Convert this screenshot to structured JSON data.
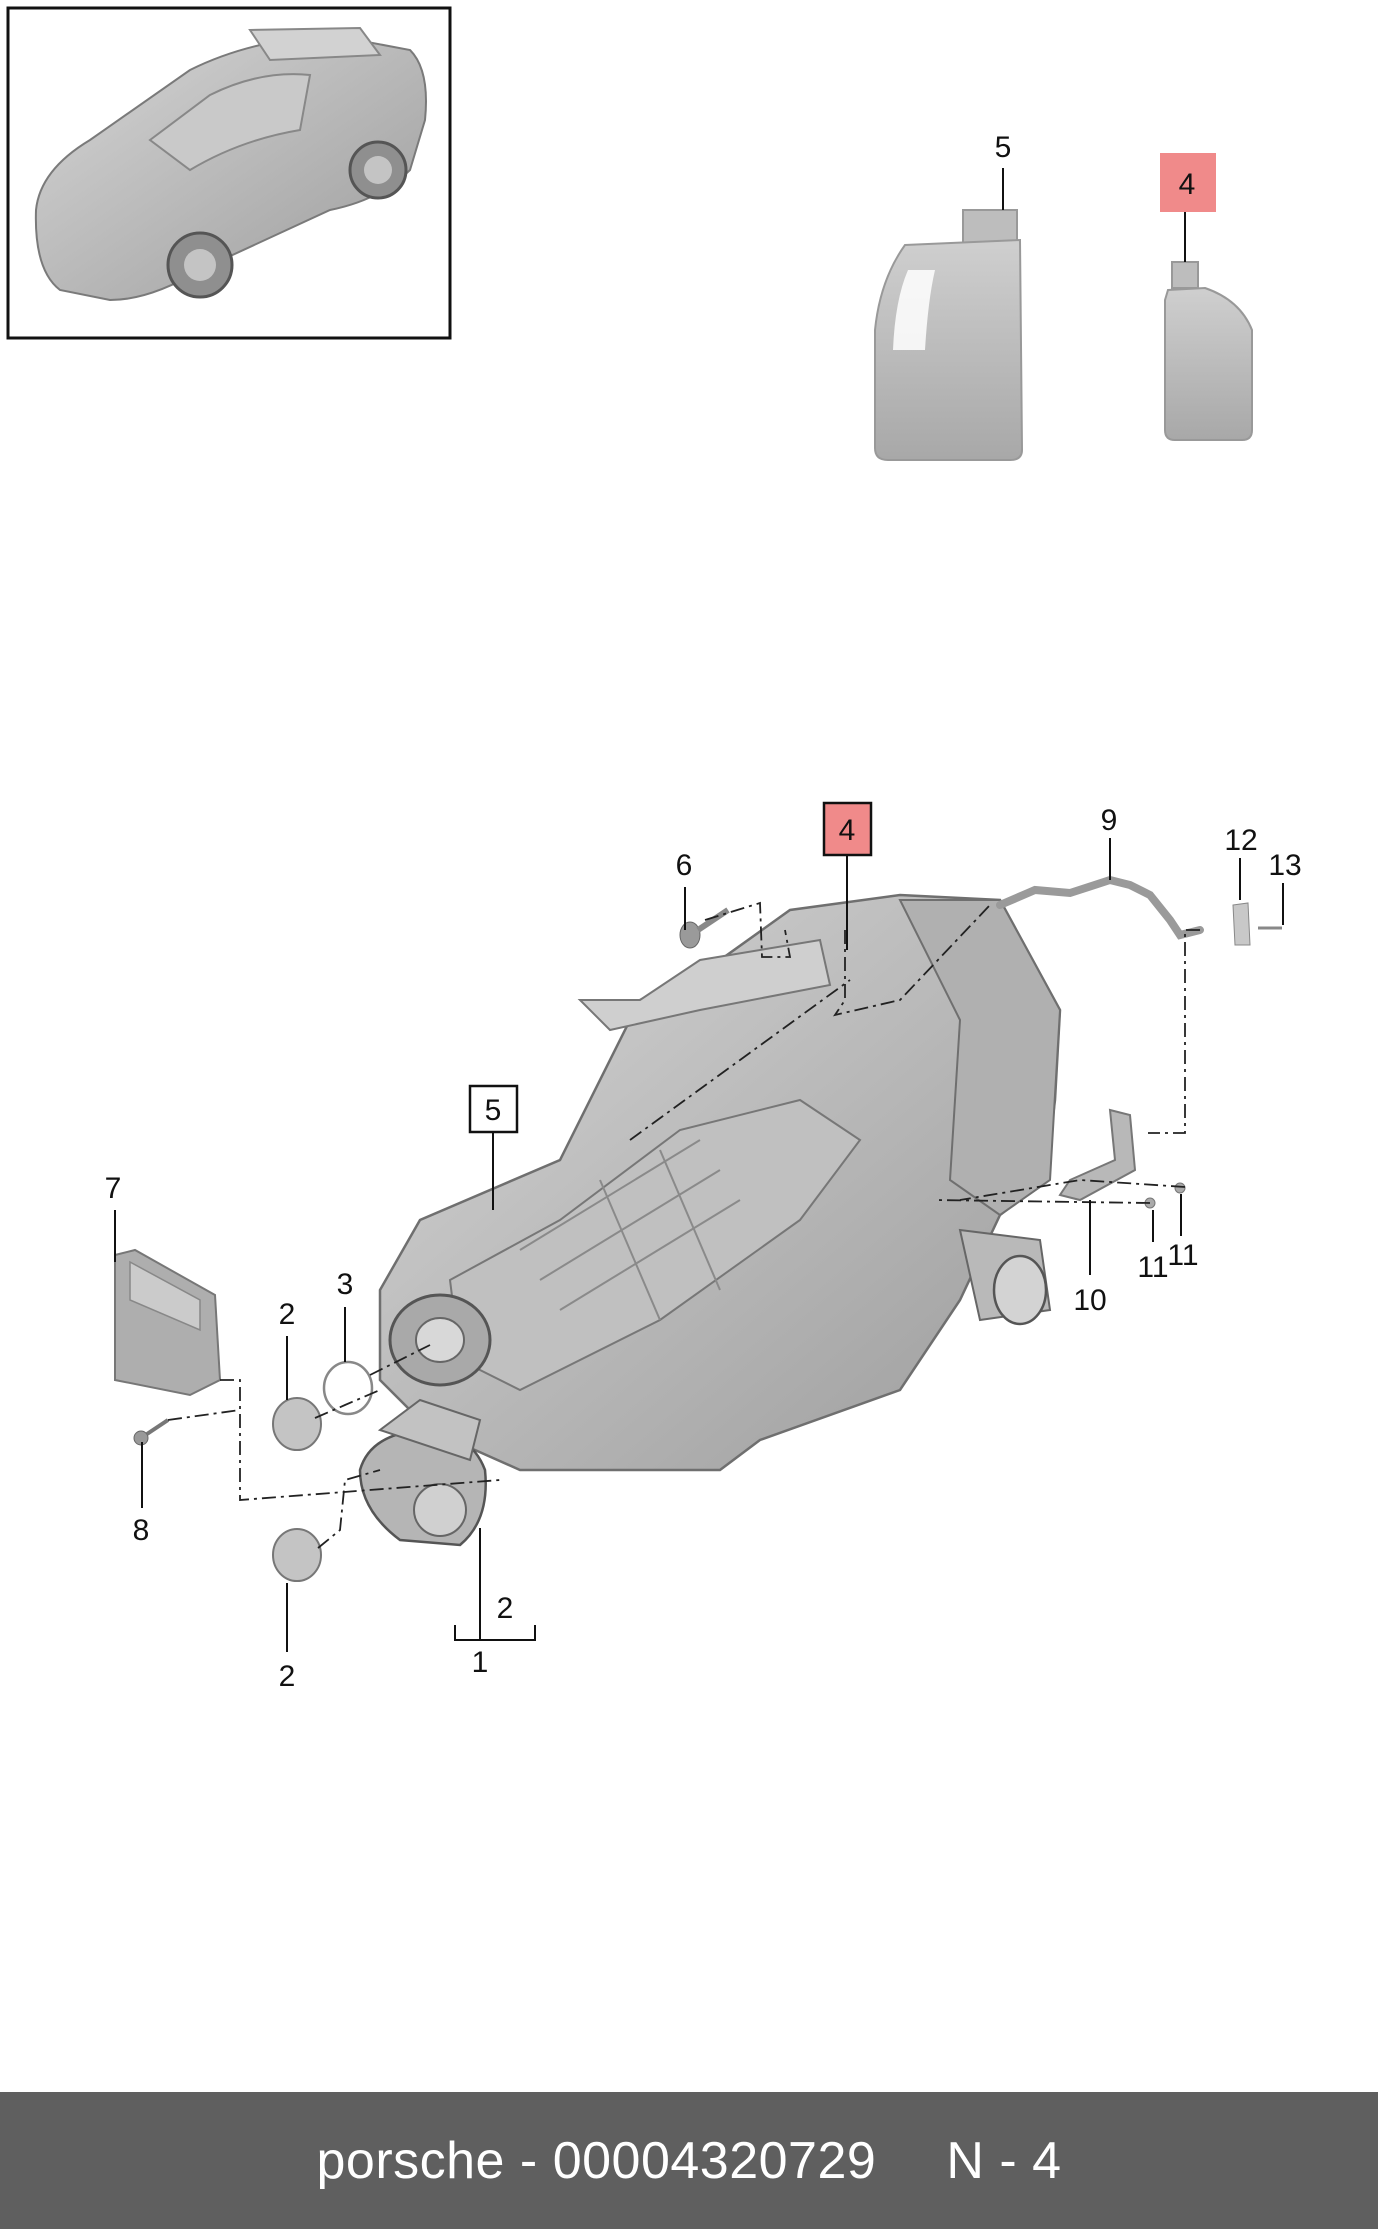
{
  "callouts": {
    "part5_top": "5",
    "part4_top": "4",
    "part4_main": "4",
    "part5_main": "5",
    "part6": "6",
    "part7": "7",
    "part8": "8",
    "part2_a": "2",
    "part2_b": "2",
    "part2_c": "2",
    "part3": "3",
    "part1": "1",
    "part9": "9",
    "part10": "10",
    "part11_a": "11",
    "part11_b": "11",
    "part12": "12",
    "part13": "13"
  },
  "footer": {
    "brand": "porsche - 00004320729",
    "page": "N - 4"
  },
  "colors": {
    "highlight": "#f08a8a",
    "part_gray": "#b9b9b9",
    "footer_bg": "#5f5f5f"
  }
}
